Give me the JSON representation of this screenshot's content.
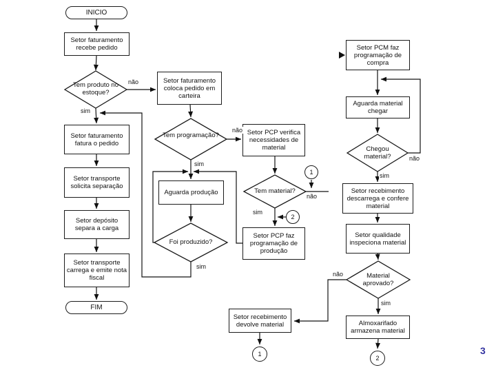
{
  "page": {
    "slide_number": "3",
    "slide_number_color": "#3333A0",
    "background_color": "#ffffff",
    "line_color": "#1a1a1a"
  },
  "flowchart": {
    "terminators": {
      "start": "INICIO",
      "end": "FIM"
    },
    "nodes": {
      "recebe": {
        "label": "Setor faturamento recebe pedido",
        "type": "process"
      },
      "fatura": {
        "label": "Setor faturamento fatura o pedido",
        "type": "process"
      },
      "solicita": {
        "label": "Setor transporte solicita separação",
        "type": "process"
      },
      "separa": {
        "label": "Setor depósito separa a carga",
        "type": "process"
      },
      "carrega": {
        "label": "Setor transporte carrega e emite nota fiscal",
        "type": "process"
      },
      "carteira": {
        "label": "Setor faturamento coloca pedido em carteira",
        "type": "process"
      },
      "pcp_verifica": {
        "label": "Setor PCP verifica necessidades de material",
        "type": "process"
      },
      "aguarda_prod": {
        "label": "Aguarda produção",
        "type": "process"
      },
      "pcp_faz": {
        "label": "Setor PCP faz programação de produção",
        "type": "process"
      },
      "pcm": {
        "label": "Setor PCM faz programação de compra",
        "type": "process"
      },
      "aguarda_mat": {
        "label": "Aguarda material chegar",
        "type": "process"
      },
      "descarrega": {
        "label": "Setor recebimento descarrega e confere material",
        "type": "process"
      },
      "qualidade": {
        "label": "Setor qualidade inspeciona material",
        "type": "process"
      },
      "almoxarifado": {
        "label": "Almoxarifado armazena material",
        "type": "process"
      },
      "devolve": {
        "label": "Setor recebimento devolve material",
        "type": "process"
      }
    },
    "decisions": {
      "tem_produto": {
        "label": "Tem produto no estoque?"
      },
      "tem_prog": {
        "label": "Tem programação?"
      },
      "foi_produzido": {
        "label": "Foi produzido?"
      },
      "tem_material": {
        "label": "Tem material?"
      },
      "chegou": {
        "label": "Chegou material?"
      },
      "aprovado": {
        "label": "Material aprovado?"
      }
    },
    "decision_labels": {
      "yes": "sim",
      "no": "não"
    },
    "connectors": {
      "one": "1",
      "two": "2"
    },
    "edges": [
      {
        "from": "INICIO",
        "to": "recebe"
      },
      {
        "from": "recebe",
        "to": "tem_produto"
      },
      {
        "from": "tem_produto",
        "to": "fatura",
        "label": "sim"
      },
      {
        "from": "tem_produto",
        "to": "carteira",
        "label": "não"
      },
      {
        "from": "fatura",
        "to": "solicita"
      },
      {
        "from": "solicita",
        "to": "separa"
      },
      {
        "from": "separa",
        "to": "carrega"
      },
      {
        "from": "carrega",
        "to": "FIM"
      },
      {
        "from": "carteira",
        "to": "tem_prog"
      },
      {
        "from": "tem_prog",
        "to": "aguarda_prod",
        "label": "sim"
      },
      {
        "from": "tem_prog",
        "to": "pcp_verifica",
        "label": "não"
      },
      {
        "from": "aguarda_prod",
        "to": "foi_produzido"
      },
      {
        "from": "foi_produzido",
        "to": "aguarda_prod",
        "label": ""
      },
      {
        "from": "foi_produzido",
        "to": "fatura",
        "label": "sim"
      },
      {
        "from": "pcp_verifica",
        "to": "tem_material"
      },
      {
        "from": "tem_material",
        "to": "pcp_faz",
        "label": "sim"
      },
      {
        "from": "tem_material",
        "to": "pcm",
        "label": "não"
      },
      {
        "from": "connector_1",
        "to": "pcm",
        "label": ""
      },
      {
        "from": "connector_2",
        "to": "pcp_faz",
        "label": ""
      },
      {
        "from": "pcp_faz",
        "to": "aguarda_prod"
      },
      {
        "from": "pcm",
        "to": "aguarda_mat"
      },
      {
        "from": "aguarda_mat",
        "to": "chegou"
      },
      {
        "from": "chegou",
        "to": "aguarda_mat",
        "label": "não"
      },
      {
        "from": "chegou",
        "to": "descarrega",
        "label": "sim"
      },
      {
        "from": "descarrega",
        "to": "qualidade"
      },
      {
        "from": "qualidade",
        "to": "aprovado"
      },
      {
        "from": "aprovado",
        "to": "almoxarifado",
        "label": "sim"
      },
      {
        "from": "aprovado",
        "to": "devolve",
        "label": "não"
      },
      {
        "from": "almoxarifado",
        "to": "connector_2"
      },
      {
        "from": "devolve",
        "to": "connector_1"
      }
    ]
  }
}
